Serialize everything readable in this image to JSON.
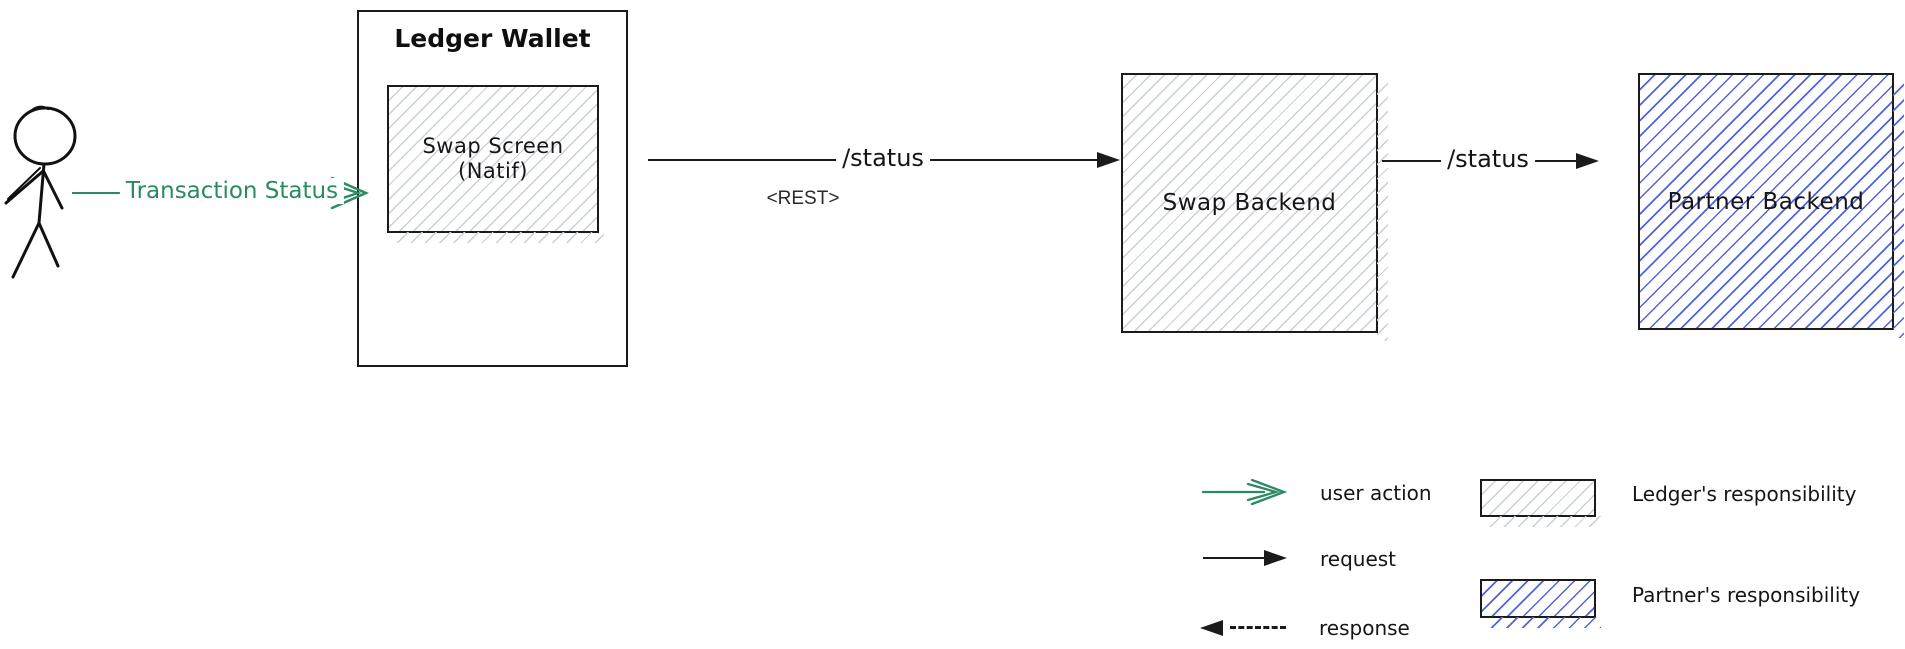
{
  "diagram": {
    "user_action_label": "Transaction Status",
    "ledger_wallet": {
      "title": "Ledger Wallet",
      "swap_screen_line1": "Swap Screen",
      "swap_screen_line2": "(Natif)"
    },
    "request_1": {
      "label": "/status",
      "protocol": "<REST>"
    },
    "swap_backend_label": "Swap Backend",
    "request_2": {
      "label": "/status"
    },
    "partner_backend_label": "Partner Backend"
  },
  "legend": {
    "user_action": "user action",
    "request": "request",
    "response": "response",
    "ledger": "Ledger's responsibility",
    "partner": "Partner's responsibility"
  },
  "colors": {
    "ink": "#1b1b1b",
    "green": "#2b8a62",
    "blue": "#4e63e6",
    "hatch_gray": "#c9cfda"
  }
}
